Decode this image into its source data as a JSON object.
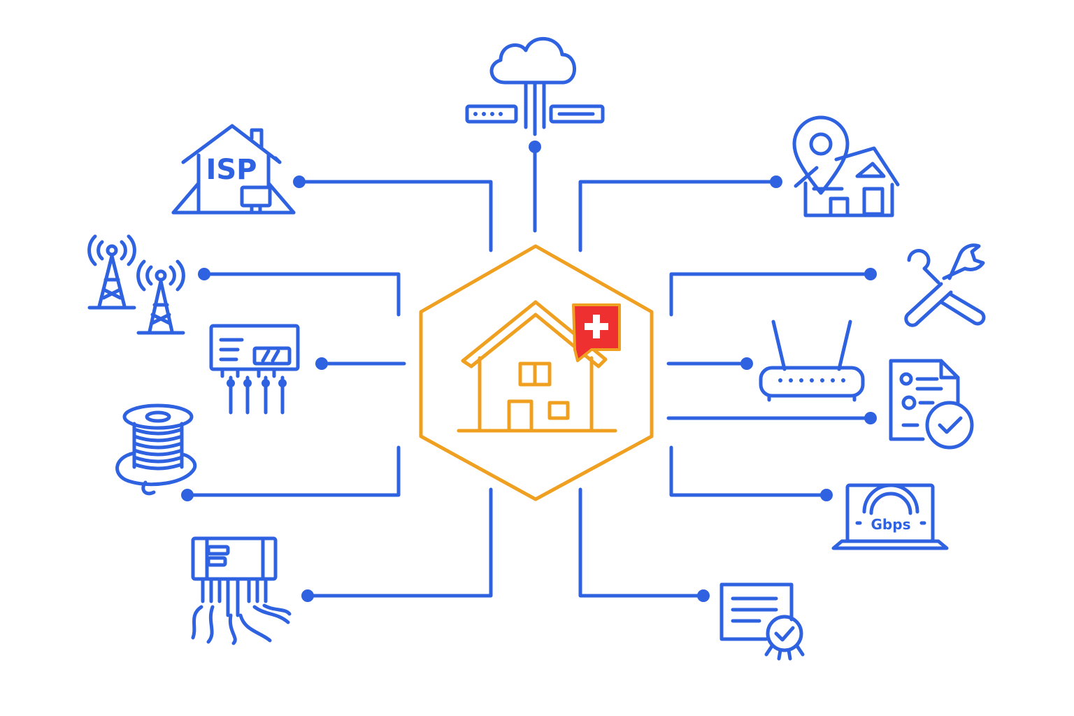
{
  "colors": {
    "line": "#2f62e0",
    "hub": "#f0a020",
    "badge": "#ee3030",
    "badge_cross": "#ffffff",
    "background": "#ffffff"
  },
  "hub": {
    "icon": "house-with-swiss-flag-icon"
  },
  "nodes": [
    {
      "id": "cloud",
      "icon": "cloud-servers-icon"
    },
    {
      "id": "isp",
      "icon": "isp-house-icon",
      "label": "ISP"
    },
    {
      "id": "location",
      "icon": "location-house-icon"
    },
    {
      "id": "towers",
      "icon": "cell-towers-icon"
    },
    {
      "id": "tools",
      "icon": "tools-icon"
    },
    {
      "id": "patch-panel",
      "icon": "patch-panel-icon"
    },
    {
      "id": "router",
      "icon": "router-icon"
    },
    {
      "id": "cable-reel",
      "icon": "cable-reel-icon"
    },
    {
      "id": "contract",
      "icon": "checked-document-icon"
    },
    {
      "id": "fiber-box",
      "icon": "fiber-box-icon"
    },
    {
      "id": "speed",
      "icon": "laptop-speed-icon",
      "label": "Gbps"
    },
    {
      "id": "certificate",
      "icon": "certificate-icon"
    }
  ]
}
